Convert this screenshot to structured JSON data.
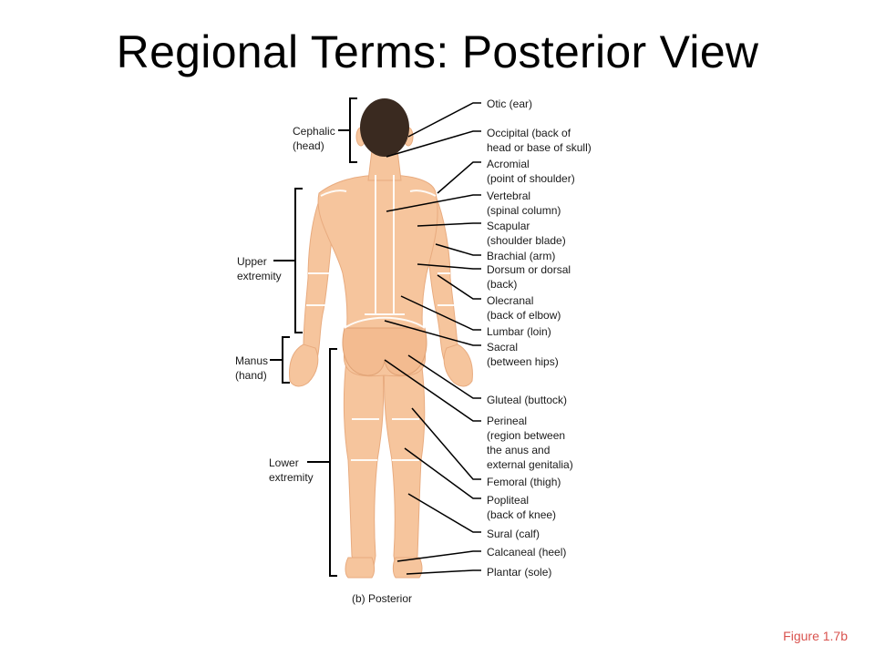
{
  "slide": {
    "title": "Regional Terms: Posterior View",
    "caption": "(b) Posterior",
    "figure_ref": "Figure 1.7b",
    "accent_color": "#d9534f",
    "skin_color": "#f6c59d",
    "hair_color": "#3a2a20"
  },
  "left_labels": {
    "cephalic": [
      "Cephalic",
      "(head)"
    ],
    "upper": [
      "Upper",
      "extremity"
    ],
    "manus": [
      "Manus",
      "(hand)"
    ],
    "lower": [
      "Lower",
      "extremity"
    ]
  },
  "right_labels": [
    [
      "Otic (ear)"
    ],
    [
      "Occipital (back of",
      "head or base of skull)"
    ],
    [
      "Acromial",
      "(point of shoulder)"
    ],
    [
      "Vertebral",
      "(spinal column)"
    ],
    [
      "Scapular",
      "(shoulder blade)"
    ],
    [
      "Brachial (arm)"
    ],
    [
      "Dorsum or dorsal",
      "(back)"
    ],
    [
      "Olecranal",
      "(back of elbow)"
    ],
    [
      "Lumbar (loin)"
    ],
    [
      "Sacral",
      "(between hips)"
    ],
    [
      "Gluteal (buttock)"
    ],
    [
      "Perineal",
      "(region between",
      "the anus and",
      "external genitalia)"
    ],
    [
      "Femoral (thigh)"
    ],
    [
      "Popliteal",
      "(back of knee)"
    ],
    [
      "Sural (calf)"
    ],
    [
      "Calcaneal (heel)"
    ],
    [
      "Plantar (sole)"
    ]
  ]
}
